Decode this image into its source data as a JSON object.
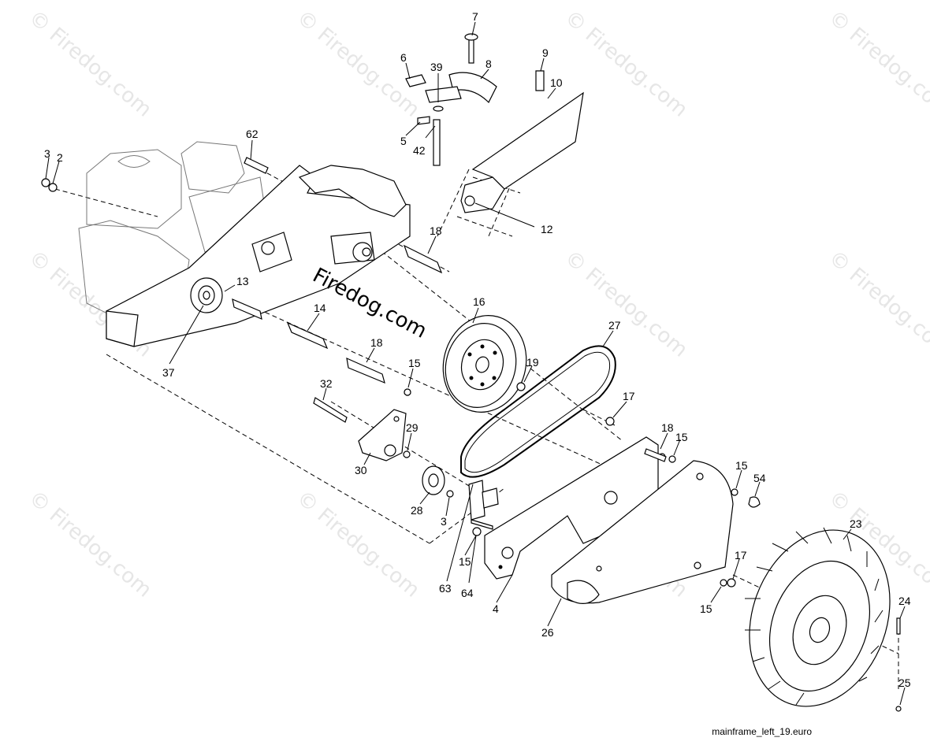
{
  "watermark": {
    "text": "© Firedog.com",
    "center_text": "Firedog.com"
  },
  "caption": "mainframe_left_19.euro",
  "callouts": [
    {
      "id": "c2",
      "text": "2"
    },
    {
      "id": "c3a",
      "text": "3"
    },
    {
      "id": "c62",
      "text": "62"
    },
    {
      "id": "c6",
      "text": "6"
    },
    {
      "id": "c39",
      "text": "39"
    },
    {
      "id": "c7",
      "text": "7"
    },
    {
      "id": "c8",
      "text": "8"
    },
    {
      "id": "c5",
      "text": "5"
    },
    {
      "id": "c42",
      "text": "42"
    },
    {
      "id": "c9",
      "text": "9"
    },
    {
      "id": "c10",
      "text": "10"
    },
    {
      "id": "c12",
      "text": "12"
    },
    {
      "id": "c18a",
      "text": "18"
    },
    {
      "id": "c13",
      "text": "13"
    },
    {
      "id": "c14",
      "text": "14"
    },
    {
      "id": "c18b",
      "text": "18"
    },
    {
      "id": "c16",
      "text": "16"
    },
    {
      "id": "c19",
      "text": "19"
    },
    {
      "id": "c15a",
      "text": "15"
    },
    {
      "id": "c27",
      "text": "27"
    },
    {
      "id": "c37",
      "text": "37"
    },
    {
      "id": "c32",
      "text": "32"
    },
    {
      "id": "c29",
      "text": "29"
    },
    {
      "id": "c30",
      "text": "30"
    },
    {
      "id": "c28",
      "text": "28"
    },
    {
      "id": "c3b",
      "text": "3"
    },
    {
      "id": "c17a",
      "text": "17"
    },
    {
      "id": "c18c",
      "text": "18"
    },
    {
      "id": "c15b",
      "text": "15"
    },
    {
      "id": "c15c",
      "text": "15"
    },
    {
      "id": "c54",
      "text": "54"
    },
    {
      "id": "c15d",
      "text": "15"
    },
    {
      "id": "c63",
      "text": "63"
    },
    {
      "id": "c64",
      "text": "64"
    },
    {
      "id": "c4",
      "text": "4"
    },
    {
      "id": "c26",
      "text": "26"
    },
    {
      "id": "c17b",
      "text": "17"
    },
    {
      "id": "c15e",
      "text": "15"
    },
    {
      "id": "c23",
      "text": "23"
    },
    {
      "id": "c24",
      "text": "24"
    },
    {
      "id": "c25",
      "text": "25"
    }
  ]
}
